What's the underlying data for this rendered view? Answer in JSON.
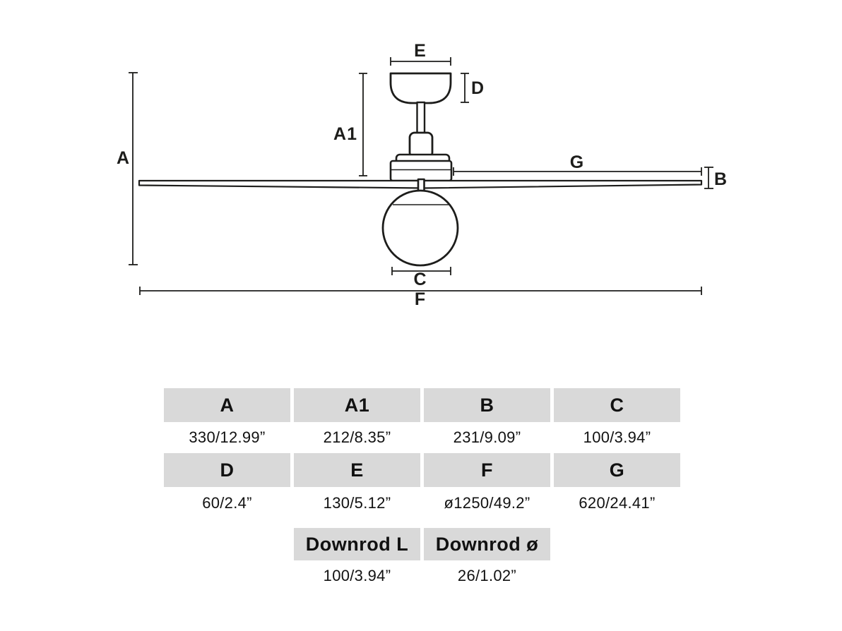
{
  "diagram": {
    "line_color": "#1d1d1b",
    "labels": {
      "a": "A",
      "a1": "A1",
      "b": "B",
      "c": "C",
      "d": "D",
      "e": "E",
      "f": "F",
      "g": "G"
    }
  },
  "table": {
    "header_bg": "#d9d9d9",
    "text_color": "#111111",
    "groups": [
      {
        "headers": [
          "A",
          "A1",
          "B",
          "C"
        ],
        "values": [
          "330/12.99”",
          "212/8.35”",
          "231/9.09”",
          "100/3.94”"
        ]
      },
      {
        "headers": [
          "D",
          "E",
          "F",
          "G"
        ],
        "values": [
          "60/2.4”",
          "130/5.12”",
          "ø1250/49.2”",
          "620/24.41”"
        ]
      },
      {
        "headers": [
          "Downrod L",
          "Downrod ø"
        ],
        "values": [
          "100/3.94”",
          "26/1.02”"
        ]
      }
    ]
  }
}
